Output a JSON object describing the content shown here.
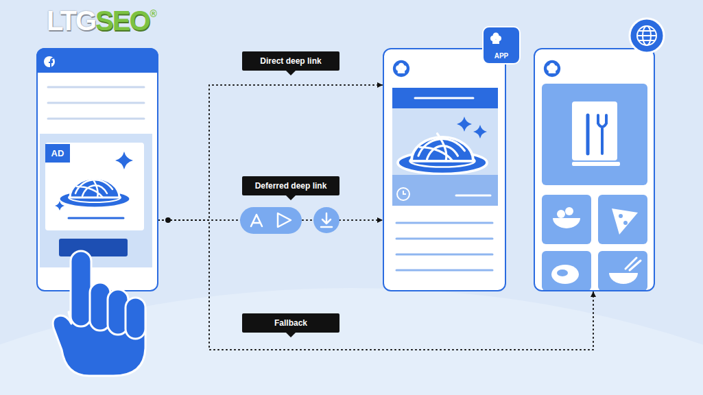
{
  "diagram": {
    "nodes": [
      {
        "text": [
          "AD"
        ]
      },
      {
        "text": [
          "APP"
        ]
      },
      {
        "text": []
      }
    ],
    "edges": [
      {
        "from": 0,
        "to": 1,
        "arrow": "to",
        "label": "Direct deep link"
      },
      {
        "from": 0,
        "to": 1,
        "arrow": "to",
        "label": "Deferred deep link"
      },
      {
        "from": 0,
        "to": 2,
        "arrow": "to",
        "label": "Fallback"
      }
    ],
    "labels": [
      "LTG",
      "SEO",
      "®"
    ]
  }
}
